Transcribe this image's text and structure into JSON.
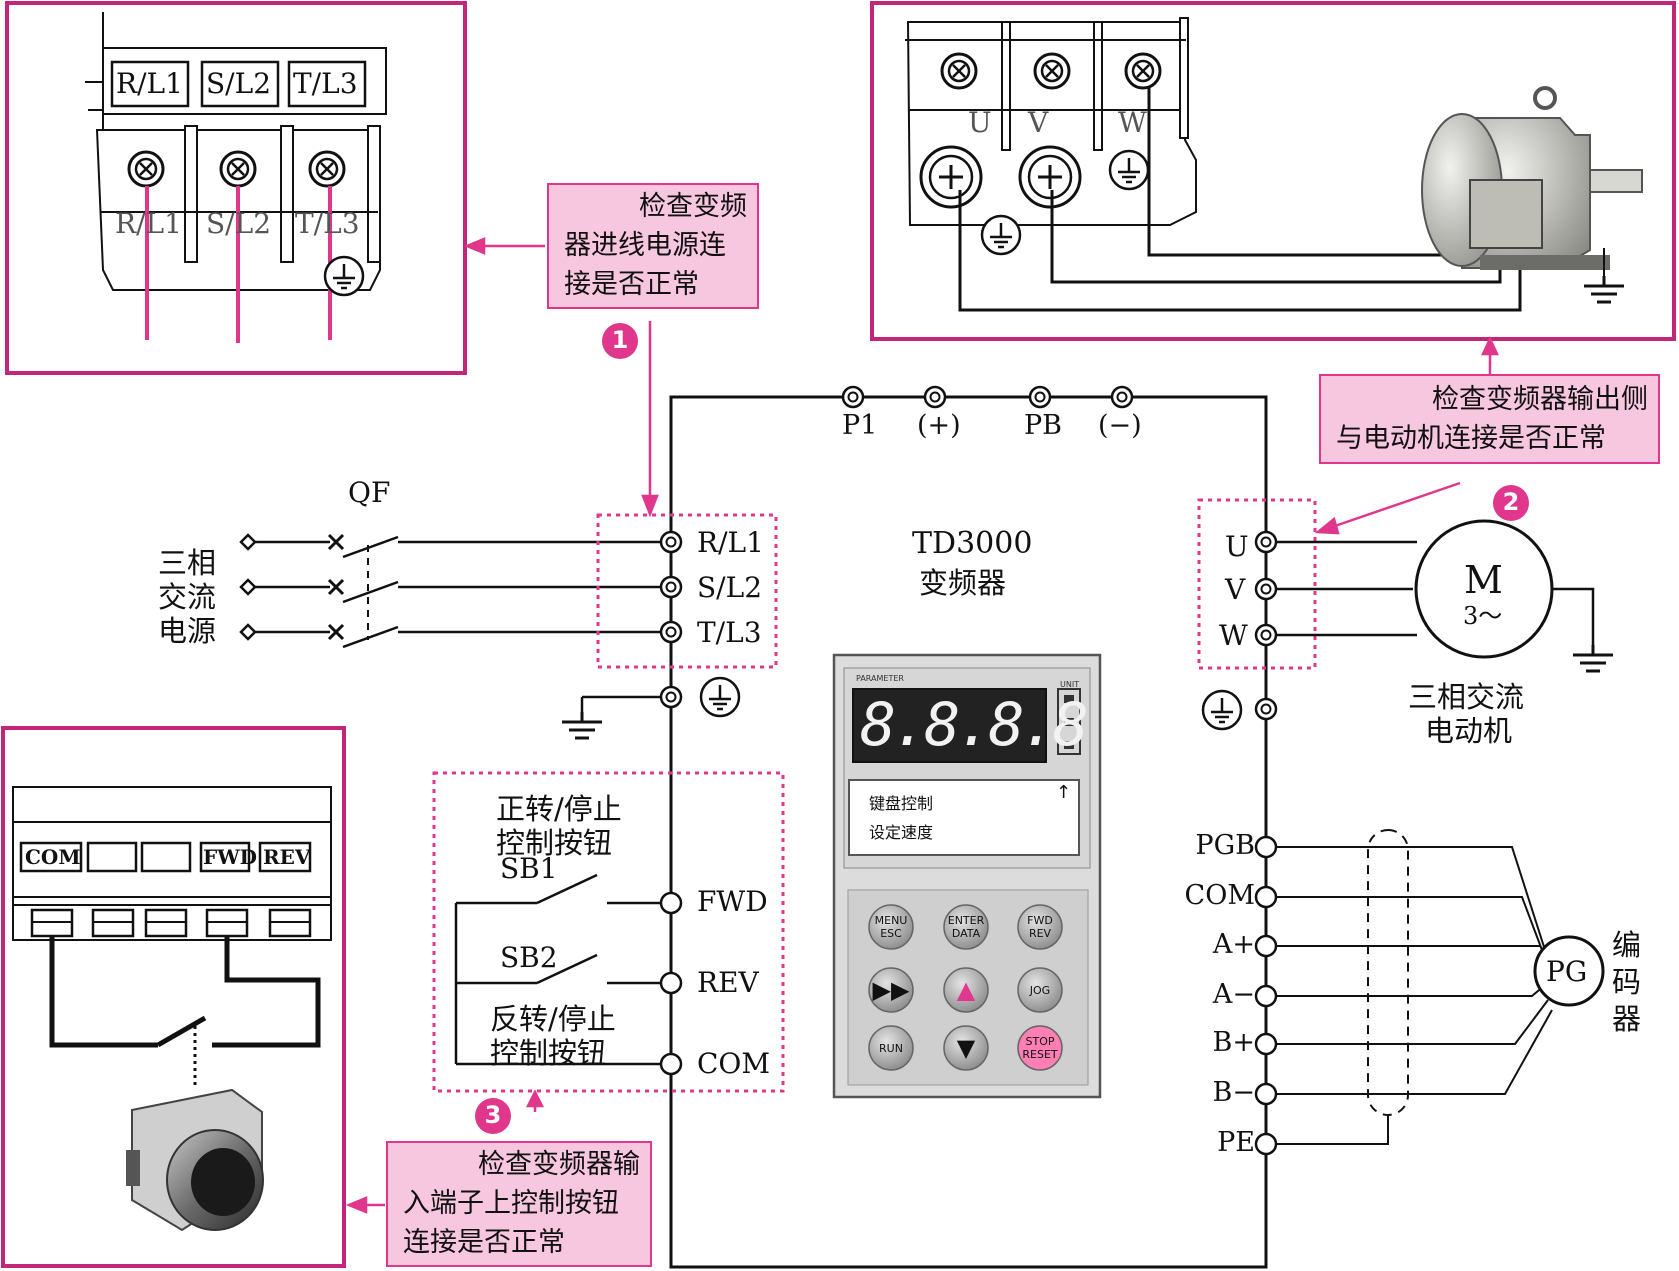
{
  "callouts": {
    "input": [
      "检查变频",
      "器进线电源连",
      "接是否正常"
    ],
    "output": [
      "检查变频器输出侧",
      "与电动机连接是否正常"
    ],
    "control": [
      "检查变频器输",
      "入端子上控制按钮",
      "连接是否正常"
    ]
  },
  "markers": [
    "1",
    "2",
    "3"
  ],
  "inverter": {
    "title": "TD3000",
    "subtitle": "变频器",
    "top_terminals": [
      "P1",
      "(+)",
      "PB",
      "(−)"
    ],
    "input_terminals": [
      "R/L1",
      "S/L2",
      "T/L3"
    ],
    "output_terminals": [
      "U",
      "V",
      "W"
    ],
    "control_terminals": [
      "FWD",
      "REV",
      "COM"
    ],
    "encoder_terminals": [
      "PGB",
      "COM",
      "A+",
      "A−",
      "B+",
      "B−",
      "PE"
    ]
  },
  "power_source": {
    "label_lines": [
      "三相",
      "交流",
      "电源"
    ],
    "breaker": "QF"
  },
  "motor": {
    "symbol": "M",
    "phase": "3～",
    "label_lines": [
      "三相交流",
      "电动机"
    ]
  },
  "encoder": {
    "symbol": "PG",
    "label_chars": [
      "编",
      "码",
      "器"
    ]
  },
  "buttons": {
    "fwd_label_lines": [
      "正转/停止",
      "控制按钮"
    ],
    "fwd_id": "SB1",
    "rev_id": "SB2",
    "rev_label_lines": [
      "反转/停止",
      "控制按钮"
    ]
  },
  "keypad": {
    "parameter": "PARAMETER",
    "unit": "UNIT",
    "display": "8.8.8.8",
    "lcd_lines": [
      "键盘控制",
      "设定速度"
    ],
    "keys": [
      [
        "MENU",
        "ESC"
      ],
      [
        "ENTER",
        "DATA"
      ],
      [
        "FWD",
        "REV"
      ],
      [
        "▶▶"
      ],
      [
        "▲"
      ],
      [
        "JOG"
      ],
      [
        "RUN"
      ],
      [
        "▼"
      ],
      [
        "STOP",
        "RESET"
      ]
    ]
  },
  "detail_input": {
    "top_labels": [
      "R/L1",
      "S/L2",
      "T/L3"
    ],
    "lower_labels": [
      "R/L1",
      "S/L2",
      "T/L3"
    ]
  },
  "detail_output": {
    "labels": [
      "U",
      "V",
      "W"
    ]
  },
  "detail_control": {
    "labels": [
      "COM",
      "",
      "",
      "FWD",
      "REV"
    ]
  },
  "colors": {
    "accent": "#e0378c",
    "callout_fill": "#f7c6df",
    "marker": "#e0378c",
    "line": "#111111"
  }
}
